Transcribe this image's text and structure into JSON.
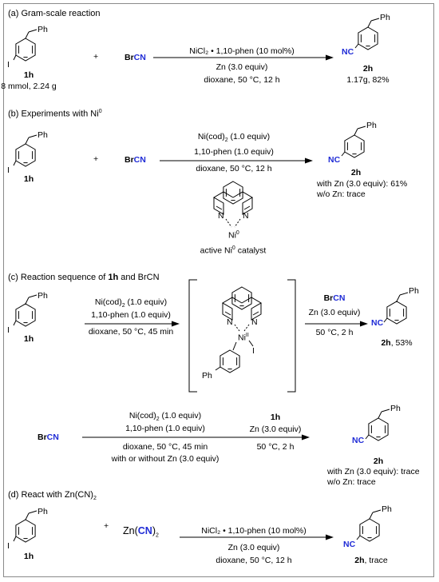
{
  "section_a": {
    "header": "(a) Gram-scale reaction",
    "reactant_ph": "Ph",
    "reactant_i": "I",
    "reactant_label": "1h",
    "reactant_amount": "8 mmol, 2.24 g",
    "plus": "+",
    "reagent_br": "Br",
    "reagent_cn": "CN",
    "conditions": [
      "NiCl₂ • 1,10-phen (10 mol%)",
      "Zn (3.0 equiv)",
      "dioxane, 50 °C, 12 h"
    ],
    "product_nc": "NC",
    "product_ph": "Ph",
    "product_label": "2h",
    "product_yield": "1.17g, 82%"
  },
  "section_b": {
    "header_text": "(b) Experiments with Ni",
    "header_sup": "0",
    "reactant_ph": "Ph",
    "reactant_i": "I",
    "reactant_label": "1h",
    "plus": "+",
    "reagent_br": "Br",
    "reagent_cn": "CN",
    "cond_1_main": "Ni(cod)",
    "cond_1_sub": "2",
    "cond_1_tail": " (1.0 equiv)",
    "cond_2": "1,10-phen (1.0 equiv)",
    "cond_3": "dioxane, 50 °C, 12 h",
    "product_nc": "NC",
    "product_ph": "Ph",
    "product_label": "2h",
    "result_1": "with Zn (3.0 equiv): 61%",
    "result_2": "w/o Zn: trace",
    "complex_n1": "N",
    "complex_n2": "N",
    "complex_ni": "Ni",
    "complex_ni_sup": "0",
    "catalyst_text": "active Ni",
    "catalyst_sup": "0",
    "catalyst_tail": " catalyst"
  },
  "section_c": {
    "header_text": "(c) Reaction sequence of ",
    "header_bold": "1h",
    "header_tail": " and BrCN",
    "reactant_ph": "Ph",
    "reactant_i": "I",
    "reactant_label": "1h",
    "step1_cond_1_main": "Ni(cod)",
    "step1_cond_1_sub": "2",
    "step1_cond_1_tail": " (1.0 equiv)",
    "step1_cond_2": "1,10-phen (1.0 equiv)",
    "step1_cond_3": "dioxane, 50 °C, 45 min",
    "int_n1": "N",
    "int_n2": "N",
    "int_ni": "Ni",
    "int_ni_sup": "II",
    "int_i": "I",
    "int_ph": "Ph",
    "step2_reagent_br": "Br",
    "step2_reagent_cn": "CN",
    "step2_cond_1": "Zn (3.0 equiv)",
    "step2_cond_2": "50 °C, 2 h",
    "product_nc": "NC",
    "product_ph": "Ph",
    "product_label": "2h",
    "product_yield": ", 53%",
    "seq2_reagent_br": "Br",
    "seq2_reagent_cn": "CN",
    "seq2_cond_1_main": "Ni(cod)",
    "seq2_cond_1_sub": "2",
    "seq2_cond_1_tail": " (1.0 equiv)",
    "seq2_cond_2": "1,10-phen (1.0 equiv)",
    "seq2_cond_3": "dioxane,  50 °C, 45 min",
    "seq2_cond_4": "with or without Zn (3.0 equiv)",
    "seq2_step2_1": "1h",
    "seq2_step2_2": "Zn (3.0 equiv)",
    "seq2_step2_3": "50 °C, 2 h",
    "seq2_product_nc": "NC",
    "seq2_product_ph": "Ph",
    "seq2_product_label": "2h",
    "seq2_result_1": "with Zn (3.0 equiv): trace",
    "seq2_result_2": "w/o Zn: trace"
  },
  "section_d": {
    "header_text": "(d) React with Zn(CN)",
    "header_sub": "2",
    "reactant_ph": "Ph",
    "reactant_i": "I",
    "reactant_label": "1h",
    "plus": "+",
    "reagent_zn": "Zn(",
    "reagent_cn": "CN",
    "reagent_close": ")",
    "reagent_sub": "2",
    "conditions": [
      "NiCl₂ • 1,10-phen (10 mol%)",
      "Zn (3.0 equiv)",
      "dioxane, 50 °C, 12 h"
    ],
    "product_nc": "NC",
    "product_ph": "Ph",
    "product_label": "2h",
    "product_tail": ", trace"
  }
}
